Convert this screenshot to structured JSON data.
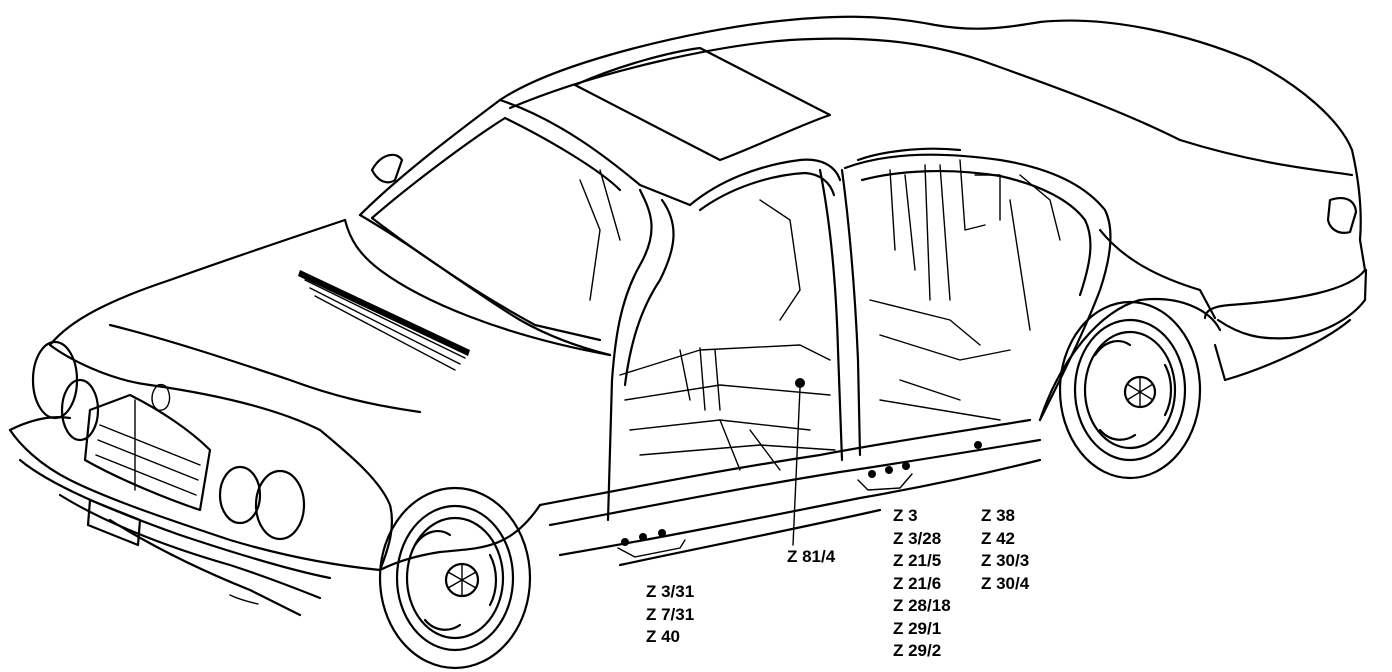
{
  "labels": {
    "z81": [
      "Z 81/4"
    ],
    "front_sill": [
      "Z 3/31",
      "Z 7/31",
      "Z 40"
    ],
    "mid_sill_left": [
      "Z 3",
      "Z 3/28",
      "Z 21/5",
      "Z 21/6",
      "Z 28/18",
      "Z 29/1",
      "Z 29/2"
    ],
    "mid_sill_right": [
      "Z 38",
      "Z 42",
      "Z 30/3",
      "Z 30/4"
    ]
  }
}
